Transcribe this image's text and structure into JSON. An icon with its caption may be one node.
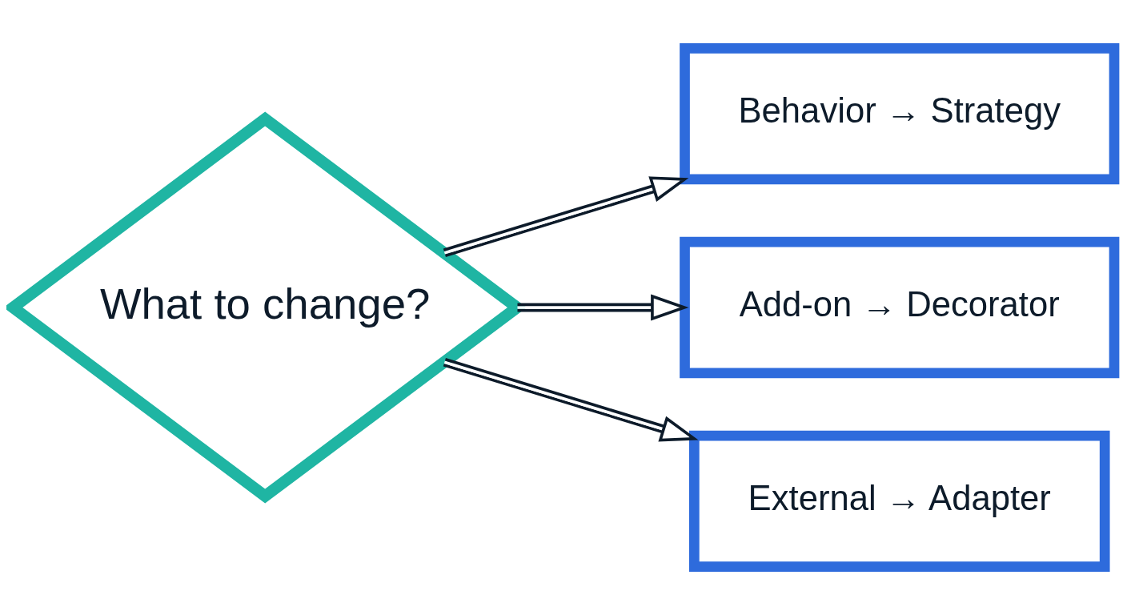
{
  "diagram": {
    "nodes": [
      {
        "text": [
          "What to change?"
        ]
      },
      {
        "text": [
          "Behavior → Strategy"
        ]
      },
      {
        "text": [
          "Add-on → Decorator"
        ]
      },
      {
        "text": [
          "External → Adapter"
        ]
      }
    ],
    "edges": [
      {
        "from": 0,
        "to": 1,
        "arrow": "to"
      },
      {
        "from": 0,
        "to": 2,
        "arrow": "to"
      },
      {
        "from": 0,
        "to": 3,
        "arrow": "to"
      }
    ]
  }
}
